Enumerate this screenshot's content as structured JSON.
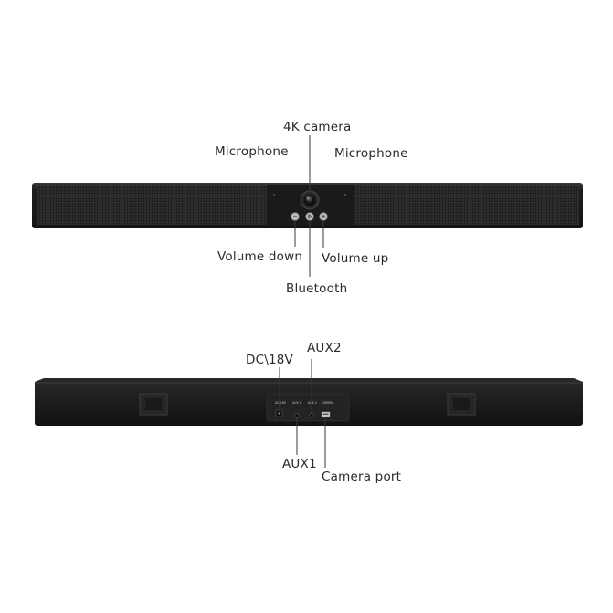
{
  "front": {
    "camera_label": "4K camera",
    "mic_left_label": "Microphone",
    "mic_right_label": "Microphone",
    "volume_down_label": "Volume down",
    "volume_up_label": "Volume up",
    "bluetooth_label": "Bluetooth"
  },
  "back": {
    "dc_label": "DC\\18V",
    "aux2_label": "AUX2",
    "aux1_label": "AUX1",
    "camera_port_label": "Camera port",
    "panel_dc_text": "DC 18V",
    "panel_aux1_text": "AUX 1",
    "panel_aux2_text": "AUX 2",
    "panel_camera_text": "CAMERA"
  },
  "colors": {
    "body": "#1c1c1c",
    "grille": "#262626",
    "panel": "#2e2e2e",
    "background": "#ffffff"
  }
}
